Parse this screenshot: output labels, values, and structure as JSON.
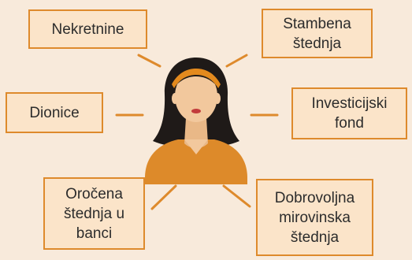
{
  "colors": {
    "background": "#f8eadb",
    "box_fill": "#fbe4c9",
    "box_border": "#de8a2c",
    "connector": "#de8a2c",
    "hair": "#1f1a18",
    "skin": "#f2c89d",
    "headband": "#e38a1e",
    "shirt": "#dd8a2a"
  },
  "center": {
    "icon": "woman-avatar-icon"
  },
  "items": [
    {
      "label": "Nekretnine"
    },
    {
      "label": "Stambena\nštednja"
    },
    {
      "label": "Dionice"
    },
    {
      "label": "Investicijski\nfond"
    },
    {
      "label": "Oročena\nštednja u\nbanci"
    },
    {
      "label": "Dobrovoljna\nmirovinska\nštednja"
    }
  ]
}
